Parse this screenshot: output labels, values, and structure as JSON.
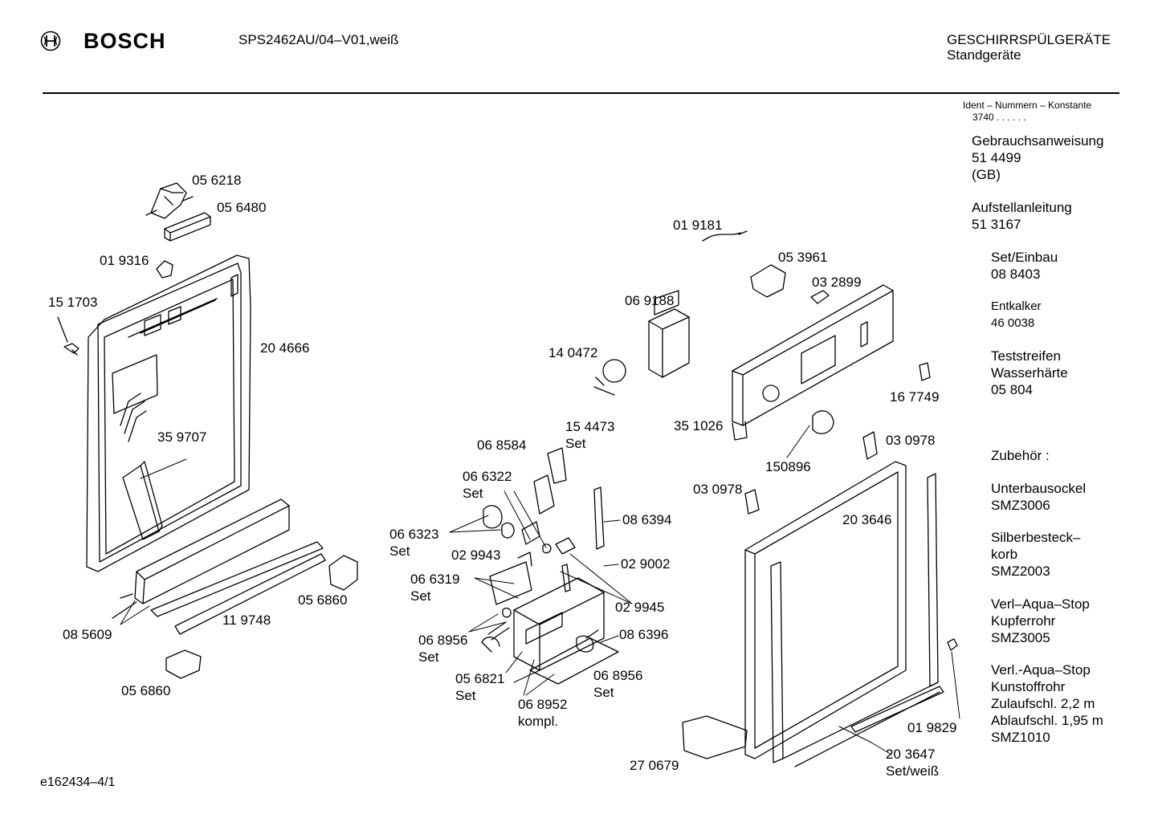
{
  "header": {
    "brand": "BOSCH",
    "model": "SPS2462AU/04–V01,weiß",
    "category": "GESCHIRRSPÜLGERÄTE",
    "subcategory": "Standgeräte",
    "logo_icon": "bosch-armature-icon"
  },
  "ident": {
    "title": "Ident – Nummern – Konstante",
    "value": "3740 .  .    .  .  .  ."
  },
  "documents": [
    {
      "lines": [
        "Gebrauchsanweisung",
        "51 4499",
        "(GB)"
      ]
    },
    {
      "lines": [
        "Aufstellanleitung",
        "51 3167"
      ]
    },
    {
      "lines": [
        "Set/Einbau",
        "08 8403"
      ]
    },
    {
      "lines": [
        "Entkalker",
        "46 0038"
      ]
    },
    {
      "lines": [
        "Teststreifen",
        "Wasserhärte",
        "05 804"
      ]
    }
  ],
  "accessories_title": "Zubehör :",
  "accessories": [
    {
      "lines": [
        "Unterbausockel",
        "SMZ3006"
      ]
    },
    {
      "lines": [
        "Silberbesteck–",
        "korb",
        "SMZ2003"
      ]
    },
    {
      "lines": [
        "Verl–Aqua–Stop",
        "Kupferrohr",
        "SMZ3005"
      ]
    },
    {
      "lines": [
        "Verl.-Aqua–Stop",
        "Kunstoffrohr",
        "Zulaufschl. 2,2 m",
        "Ablaufschl. 1,95 m",
        "SMZ1010"
      ]
    }
  ],
  "parts": [
    {
      "lines": [
        "05 6218"
      ]
    },
    {
      "lines": [
        "05 6480"
      ]
    },
    {
      "lines": [
        "01 9316"
      ]
    },
    {
      "lines": [
        "15 1703"
      ]
    },
    {
      "lines": [
        "20 4666"
      ]
    },
    {
      "lines": [
        "35 9707"
      ]
    },
    {
      "lines": [
        "05 6860"
      ]
    },
    {
      "lines": [
        "08 5609"
      ]
    },
    {
      "lines": [
        "11 9748"
      ]
    },
    {
      "lines": [
        "05 6860"
      ]
    },
    {
      "lines": [
        "01 9181"
      ]
    },
    {
      "lines": [
        "05 3961"
      ]
    },
    {
      "lines": [
        "03 2899"
      ]
    },
    {
      "lines": [
        "06 9188"
      ]
    },
    {
      "lines": [
        "14 0472"
      ]
    },
    {
      "lines": [
        "16 7749"
      ]
    },
    {
      "lines": [
        "35 1026"
      ]
    },
    {
      "lines": [
        "150896"
      ]
    },
    {
      "lines": [
        "03 0978"
      ]
    },
    {
      "lines": [
        "03 0978"
      ]
    },
    {
      "lines": [
        "20 3646"
      ]
    },
    {
      "lines": [
        "15 4473",
        "Set"
      ]
    },
    {
      "lines": [
        "06 8584"
      ]
    },
    {
      "lines": [
        "06 6322",
        "Set"
      ]
    },
    {
      "lines": [
        "06 6323",
        "Set"
      ]
    },
    {
      "lines": [
        "08 6394"
      ]
    },
    {
      "lines": [
        "02 9943"
      ]
    },
    {
      "lines": [
        "02 9002"
      ]
    },
    {
      "lines": [
        "06 6319",
        "Set"
      ]
    },
    {
      "lines": [
        "02 9945"
      ]
    },
    {
      "lines": [
        "06 8956",
        "Set"
      ]
    },
    {
      "lines": [
        "08 6396"
      ]
    },
    {
      "lines": [
        "05 6821",
        "Set"
      ]
    },
    {
      "lines": [
        "06 8956",
        "Set"
      ]
    },
    {
      "lines": [
        "06 8952",
        "kompl."
      ]
    },
    {
      "lines": [
        "27 0679"
      ]
    },
    {
      "lines": [
        "01 9829"
      ]
    },
    {
      "lines": [
        "20 3647",
        "Set/weiß"
      ]
    }
  ],
  "footer": {
    "code": "e162434–4/1"
  }
}
